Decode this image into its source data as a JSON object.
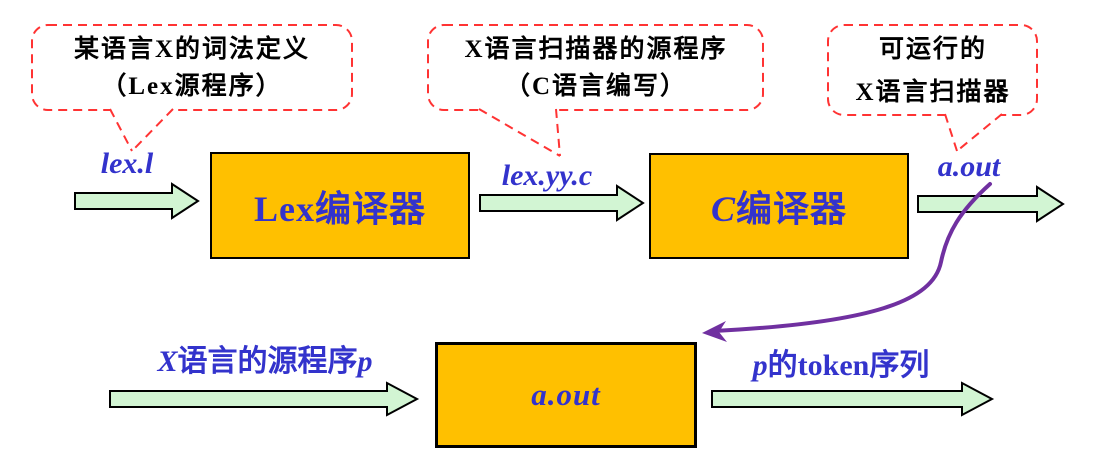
{
  "colors": {
    "box_fill": "#FFC000",
    "box_border": "#000000",
    "label_blue": "#3333CC",
    "arrow_fill": "#D2F5D3",
    "callout_red": "#FF3333",
    "curve_purple": "#7030A0"
  },
  "callouts": [
    {
      "line1": "某语言X的词法定义",
      "line2": "（Lex源程序）"
    },
    {
      "line1": "X语言扫描器的源程序",
      "line2": "（C语言编写）"
    },
    {
      "line1": "可运行的",
      "line2": "X语言扫描器"
    }
  ],
  "top_flow": {
    "input_label": "lex.l",
    "box1_label": "Lex编译器",
    "mid_label": "lex.yy.c",
    "box2": {
      "head": "C",
      "rest": "编译器"
    },
    "output_label": "a.out"
  },
  "bottom_flow": {
    "input": {
      "head": "X",
      "mid": "语言的源程序",
      "tail": "p"
    },
    "box_label": "a.out",
    "output": {
      "head": "p",
      "tail": "的token序列"
    }
  }
}
